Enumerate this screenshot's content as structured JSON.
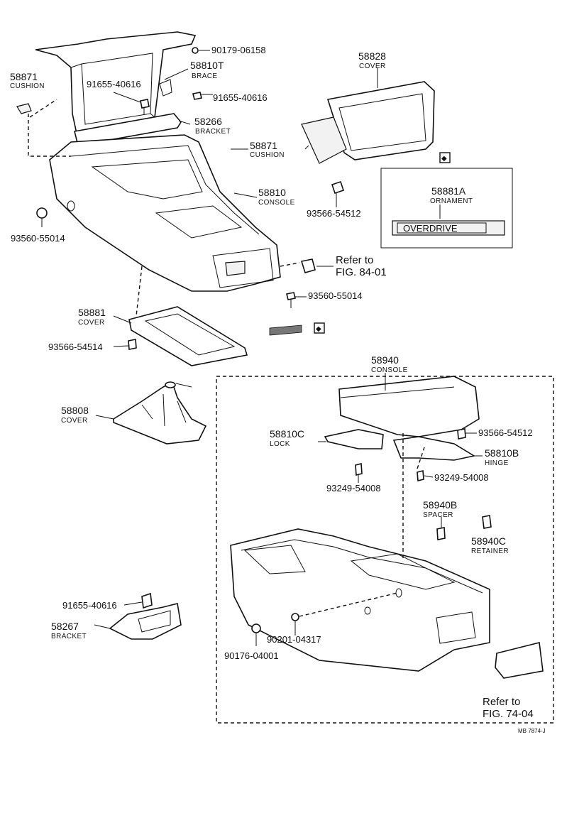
{
  "parts": [
    {
      "id": "p_90179",
      "number": "90179-06158",
      "name": ""
    },
    {
      "id": "p_58810T",
      "number": "58810T",
      "name": "BRACE"
    },
    {
      "id": "p_58871a",
      "number": "58871",
      "name": "CUSHION"
    },
    {
      "id": "p_91655a",
      "number": "91655-40616",
      "name": ""
    },
    {
      "id": "p_91655b",
      "number": "91655-40616",
      "name": ""
    },
    {
      "id": "p_58266",
      "number": "58266",
      "name": "BRACKET"
    },
    {
      "id": "p_58828",
      "number": "58828",
      "name": "COVER"
    },
    {
      "id": "p_58871b",
      "number": "58871",
      "name": "CUSHION"
    },
    {
      "id": "p_58810",
      "number": "58810",
      "name": "CONSOLE"
    },
    {
      "id": "p_93560a",
      "number": "93560-55014",
      "name": ""
    },
    {
      "id": "p_93566a",
      "number": "93566-54512",
      "name": ""
    },
    {
      "id": "p_58881A",
      "number": "58881A",
      "name": "ORNAMENT"
    },
    {
      "id": "p_93560b",
      "number": "93560-55014",
      "name": ""
    },
    {
      "id": "p_58881",
      "number": "58881",
      "name": "COVER"
    },
    {
      "id": "p_93566b",
      "number": "93566-54514",
      "name": ""
    },
    {
      "id": "p_58940",
      "number": "58940",
      "name": "CONSOLE"
    },
    {
      "id": "p_58808",
      "number": "58808",
      "name": "COVER"
    },
    {
      "id": "p_93566c",
      "number": "93566-54512",
      "name": ""
    },
    {
      "id": "p_58810C",
      "number": "58810C",
      "name": "LOCK"
    },
    {
      "id": "p_58810B",
      "number": "58810B",
      "name": "HINGE"
    },
    {
      "id": "p_93249a",
      "number": "93249-54008",
      "name": ""
    },
    {
      "id": "p_93249b",
      "number": "93249-54008",
      "name": ""
    },
    {
      "id": "p_58940B",
      "number": "58940B",
      "name": "SPACER"
    },
    {
      "id": "p_58940C",
      "number": "58940C",
      "name": "RETAINER"
    },
    {
      "id": "p_91655c",
      "number": "91655-40616",
      "name": ""
    },
    {
      "id": "p_58267",
      "number": "58267",
      "name": "BRACKET"
    },
    {
      "id": "p_90201",
      "number": "90201-04317",
      "name": ""
    },
    {
      "id": "p_90176",
      "number": "90176-04001",
      "name": ""
    }
  ],
  "references": [
    {
      "id": "ref1",
      "line1": "Refer to",
      "line2": "FIG. 84-01"
    },
    {
      "id": "ref2",
      "line1": "Refer to",
      "line2": "FIG. 74-04"
    }
  ],
  "ornament_text": "OVERDRIVE",
  "code": "MB 7874-J",
  "mark_symbol": "◆"
}
